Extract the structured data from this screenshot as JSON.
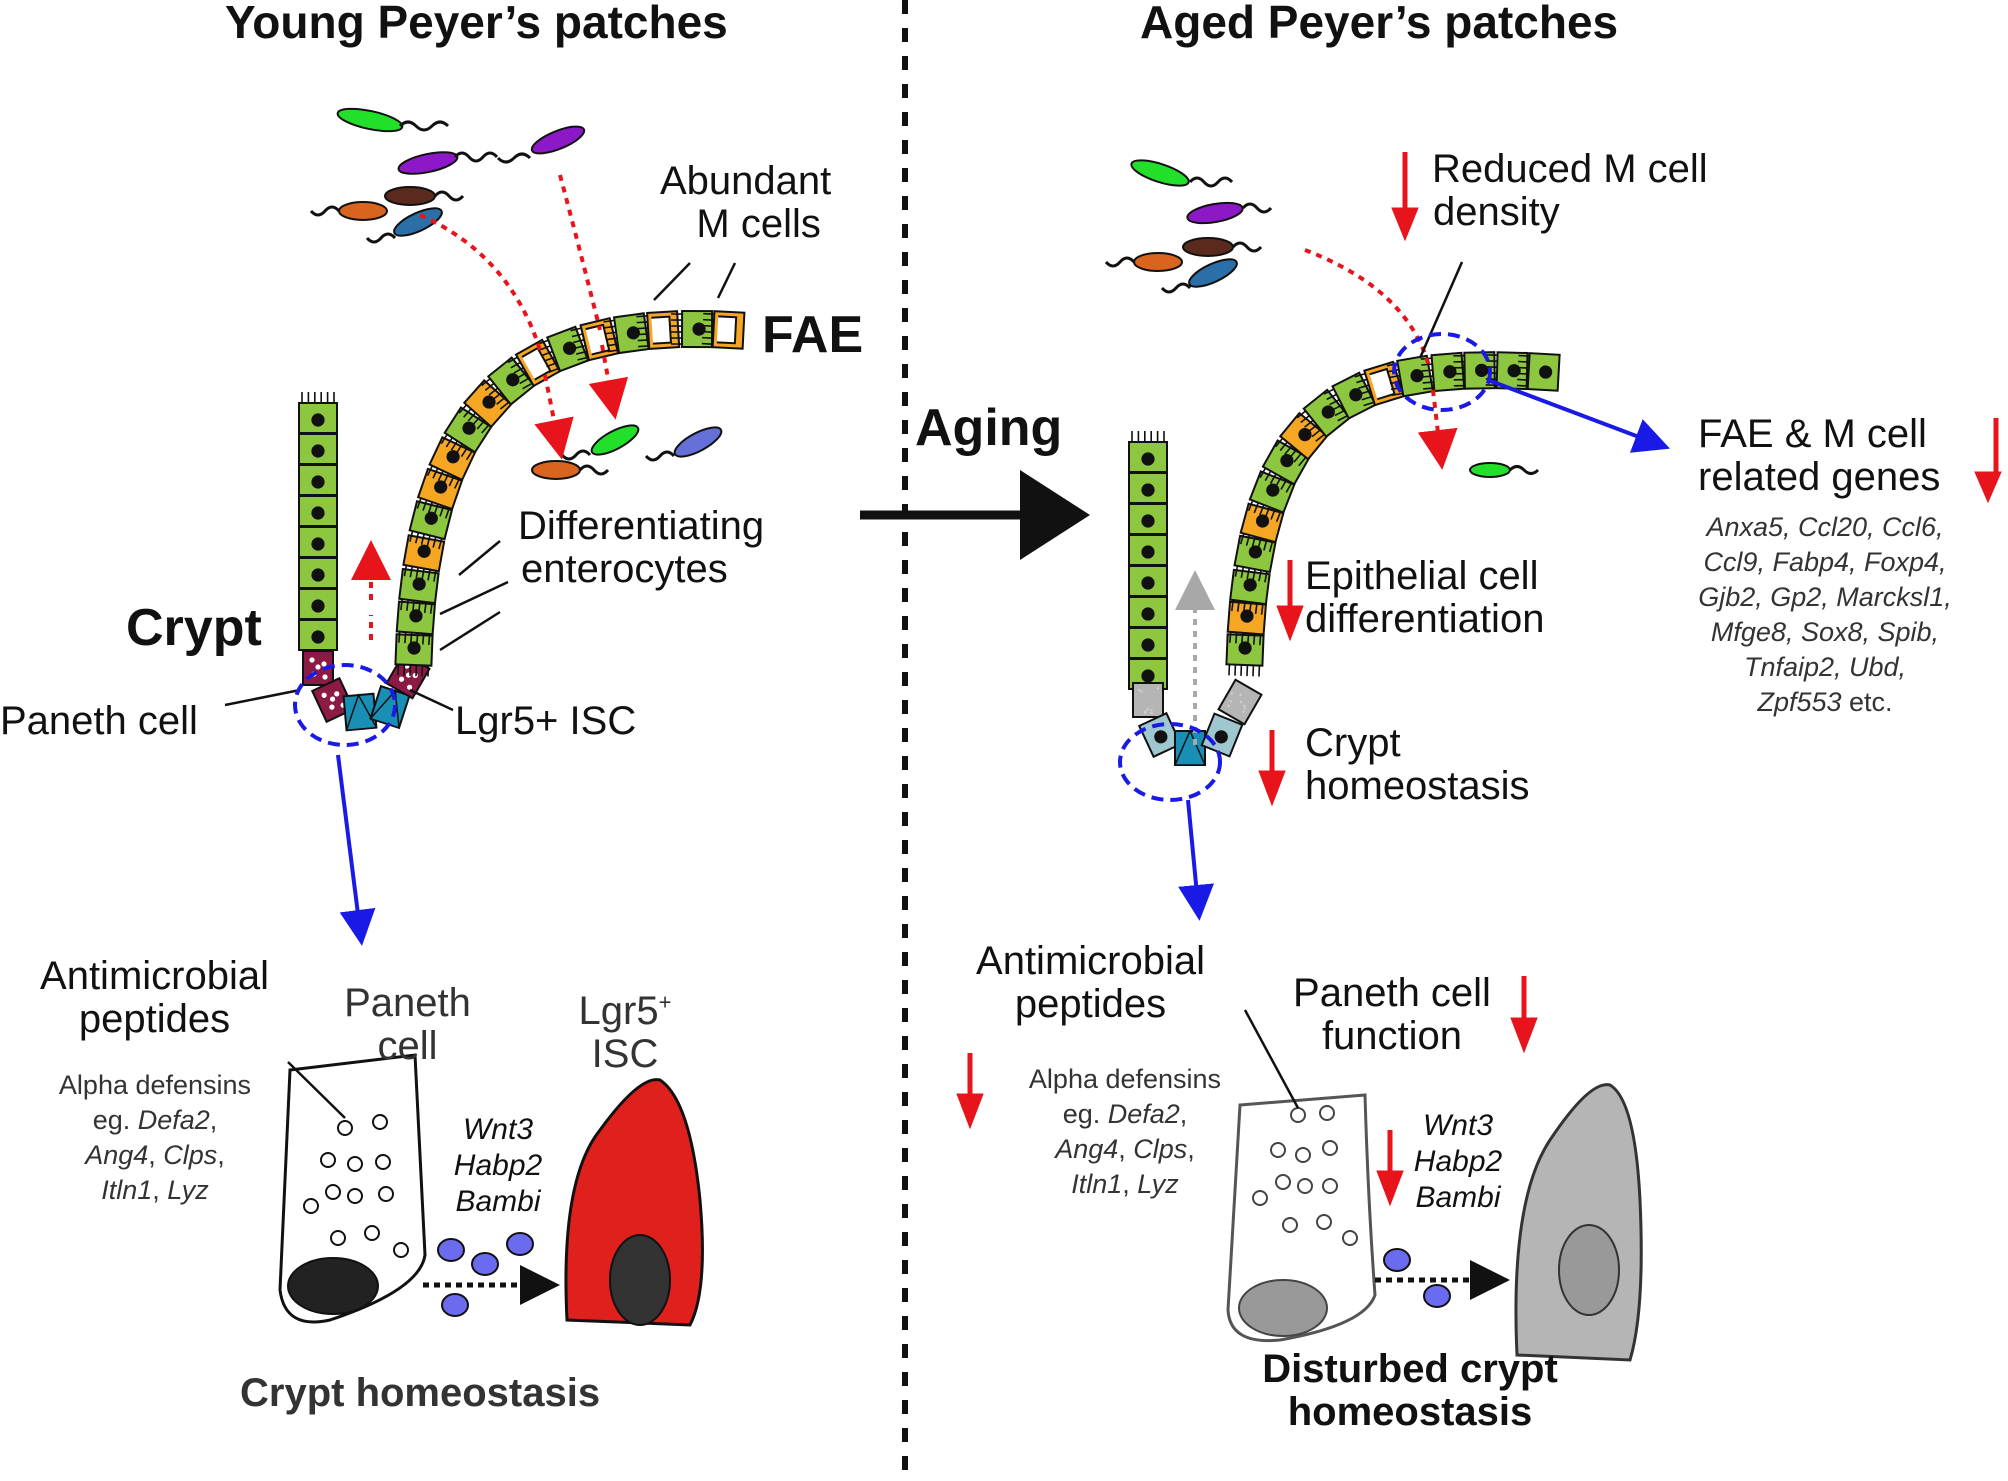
{
  "left_panel": {
    "title": "Young Peyer’s patches",
    "abundant_m_cells": [
      "Abundant",
      "M cells"
    ],
    "fae": "FAE",
    "differentiating_enterocytes": [
      "Differentiating",
      "enterocytes"
    ],
    "crypt": "Crypt",
    "paneth_cell": "Paneth cell",
    "lgr5_isc": "Lgr5+ ISC",
    "antimicrobial_peptides": [
      "Antimicrobial",
      "peptides"
    ],
    "alpha_defensins": "Alpha defensins",
    "peptide_list": [
      "eg. ",
      "Defa2",
      ", ",
      "Ang4",
      ", ",
      "Clps",
      ", ",
      "Itln1",
      ", ",
      "Lyz"
    ],
    "paneth_cell_detail": [
      "Paneth",
      "cell"
    ],
    "lgr5_detail": [
      "Lgr5",
      "+",
      "ISC"
    ],
    "wnt_genes": [
      "Wnt3",
      "Habp2",
      "Bambi"
    ],
    "bottom_title": "Crypt homeostasis"
  },
  "right_panel": {
    "title": "Aged Peyer’s patches",
    "aging": "Aging",
    "reduced_m_cell": [
      "Reduced M cell",
      "density"
    ],
    "fae_m_genes_title": [
      "FAE & M cell",
      "related genes"
    ],
    "gene_list": [
      "Anxa5, Ccl20, Ccl6,",
      "Ccl9, Fabp4, Foxp4,",
      "Gjb2, Gp2, Marcksl1,",
      "Mfge8, Sox8, Spib,",
      "Tnfaip2, Ubd,",
      "Zpf553"
    ],
    "gene_list_suffix": " etc.",
    "epithelial": [
      "Epithelial cell",
      "differentiation"
    ],
    "crypt_homeostasis": [
      "Crypt",
      "homeostasis"
    ],
    "antimicrobial_peptides": [
      "Antimicrobial",
      "peptides"
    ],
    "paneth_function": [
      "Paneth cell",
      "function"
    ],
    "alpha_defensins": "Alpha defensins",
    "peptide_list": [
      "eg. ",
      "Defa2",
      ", ",
      "Ang4",
      ", ",
      "Clps",
      ", ",
      "Itln1",
      ", ",
      "Lyz"
    ],
    "wnt_genes": [
      "Wnt3",
      "Habp2",
      "Bambi"
    ],
    "bottom_title": [
      "Disturbed crypt",
      "homeostasis"
    ]
  },
  "colors": {
    "enterocyte": "#8dc63f",
    "m_cell": "#f5a623",
    "paneth": "#8b1a45",
    "stem": "#1a8fb5",
    "lgr5_cell": "#e0201c",
    "decrease_arrow": "#e8141b",
    "blue_link": "#1a1ae6",
    "aged_gray": "#b5b5b5"
  }
}
